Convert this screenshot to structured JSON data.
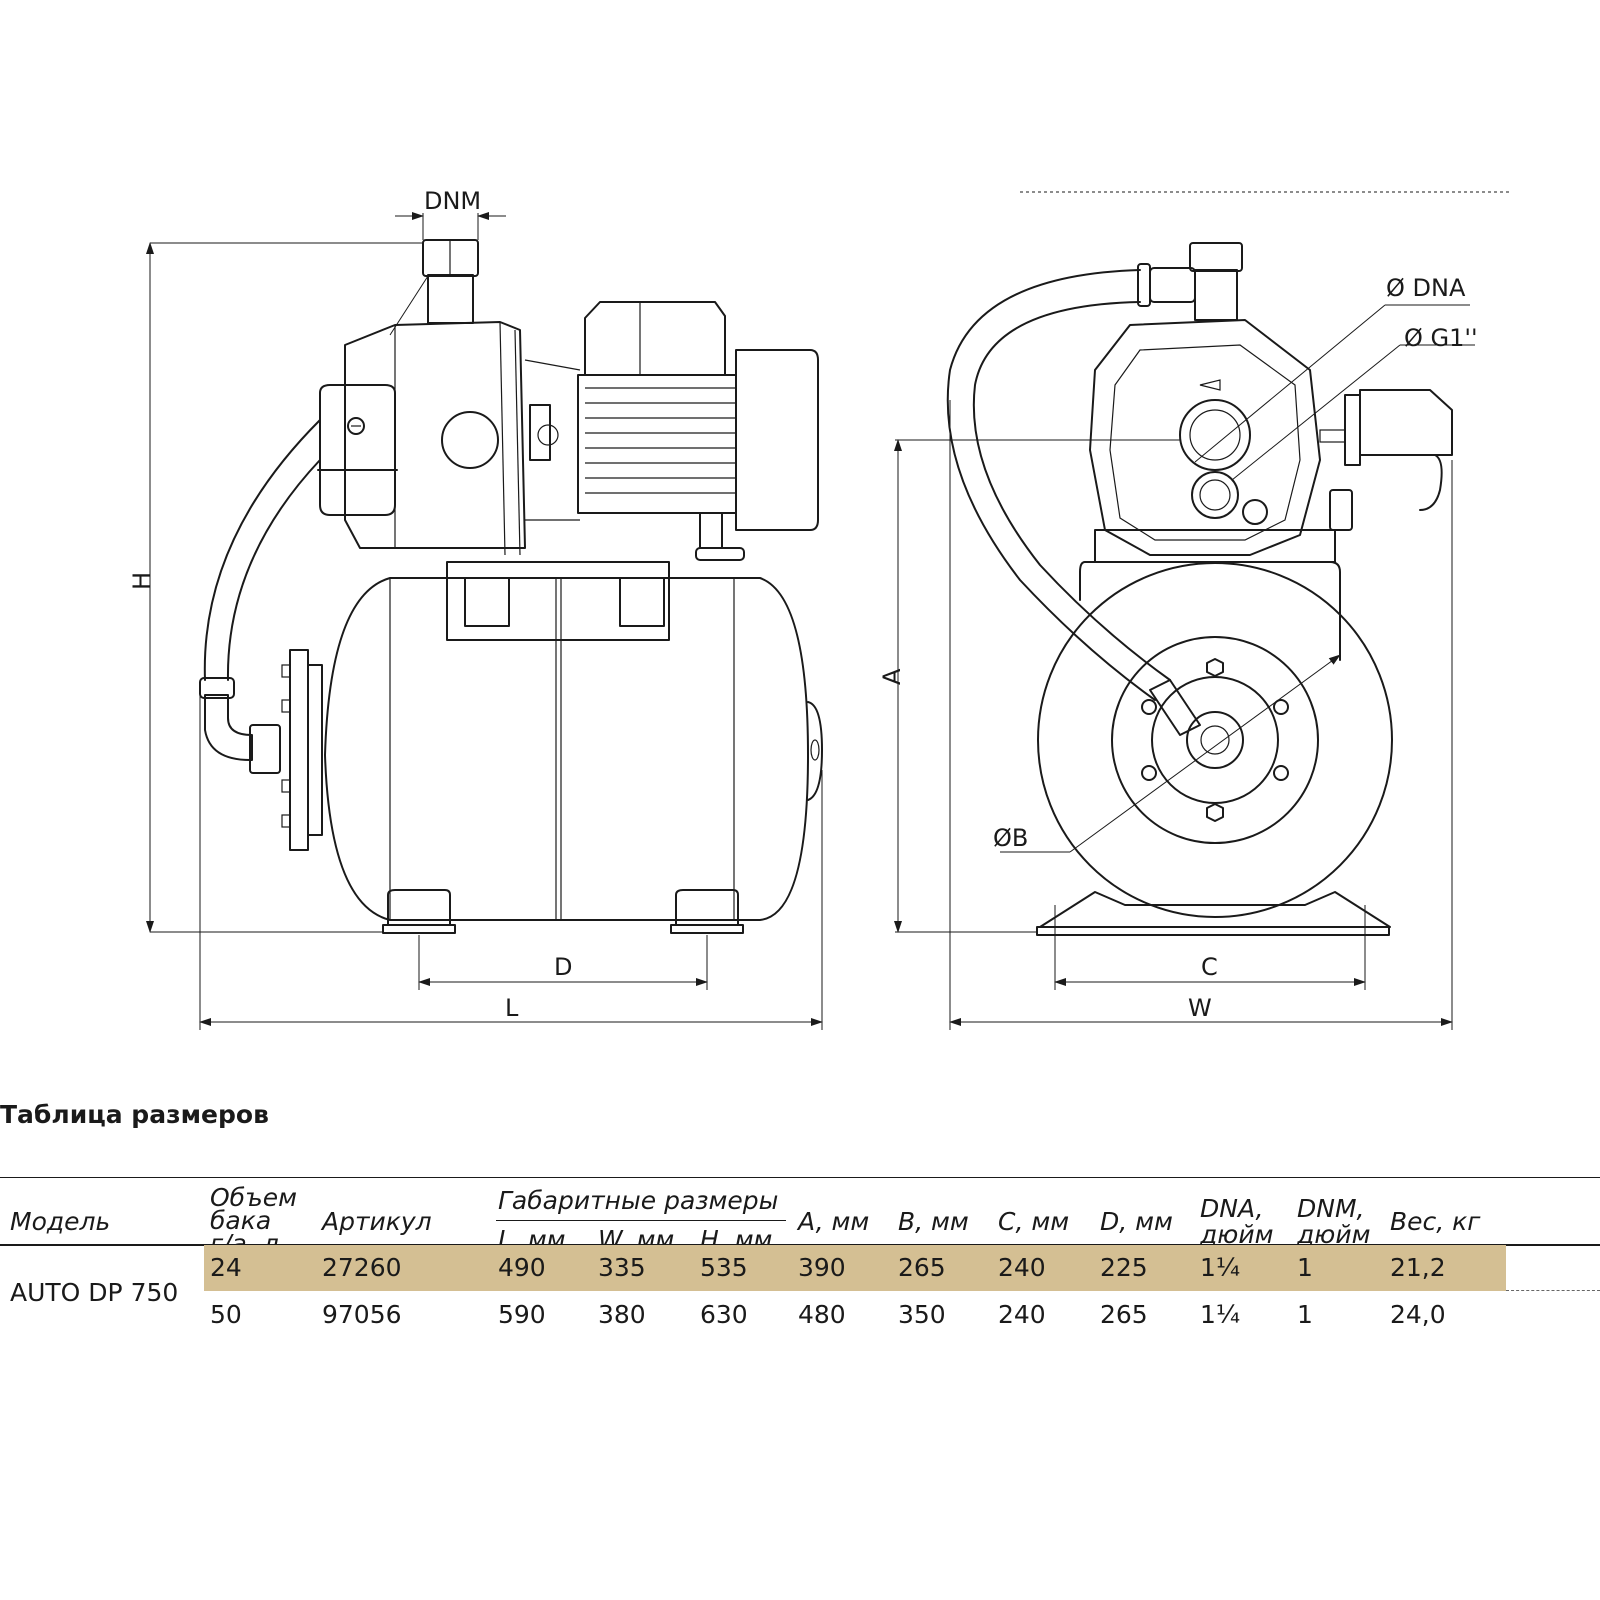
{
  "drawing": {
    "labels": {
      "dnm": "DNM",
      "h": "H",
      "d": "D",
      "l": "L",
      "dna": "Ø DNA",
      "g1": "Ø G1''",
      "a": "A",
      "b": "ØB",
      "c": "C",
      "w": "W"
    }
  },
  "table": {
    "title": "Таблица размеров",
    "headers": {
      "model": "Модель",
      "volume": "Объем\nбака\nг/а, л",
      "article": "Артикул",
      "overall": "Габаритные размеры",
      "l": "L, мм",
      "w": "W, мм",
      "h": "H, мм",
      "a": "A, мм",
      "b": "B, мм",
      "c": "C, мм",
      "d": "D, мм",
      "dna": "DNA,\nдюйм",
      "dnm": "DNM,\nдюйм",
      "weight": "Вес, кг"
    },
    "model": "AUTO DP 750",
    "rows": [
      {
        "volume": "24",
        "article": "27260",
        "l": "490",
        "w": "335",
        "h": "535",
        "a": "390",
        "b": "265",
        "c": "240",
        "d": "225",
        "dna": "1¼",
        "dnm": "1",
        "weight": "21,2"
      },
      {
        "volume": "50",
        "article": "97056",
        "l": "590",
        "w": "380",
        "h": "630",
        "a": "480",
        "b": "350",
        "c": "240",
        "d": "265",
        "dna": "1¼",
        "dnm": "1",
        "weight": "24,0"
      }
    ],
    "highlight_color": "#d4bf93"
  }
}
